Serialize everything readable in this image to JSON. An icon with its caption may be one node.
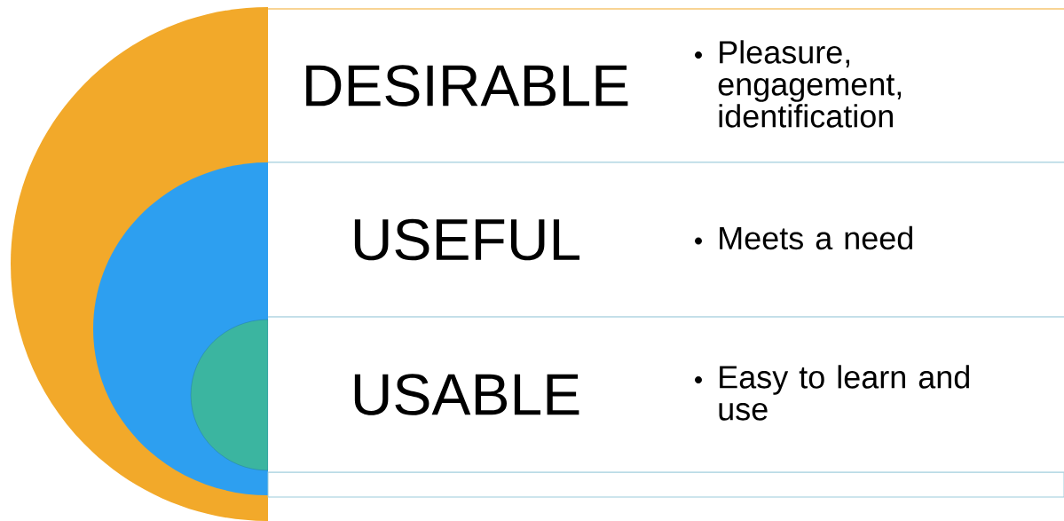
{
  "diagram": {
    "nodes": [
      {
        "text": [
          "DESIRABLE",
          "Pleasure, engagement, identification"
        ]
      },
      {
        "text": [
          "USEFUL",
          "Meets a need"
        ]
      },
      {
        "text": [
          "USABLE",
          "Easy to learn and use"
        ]
      }
    ]
  }
}
